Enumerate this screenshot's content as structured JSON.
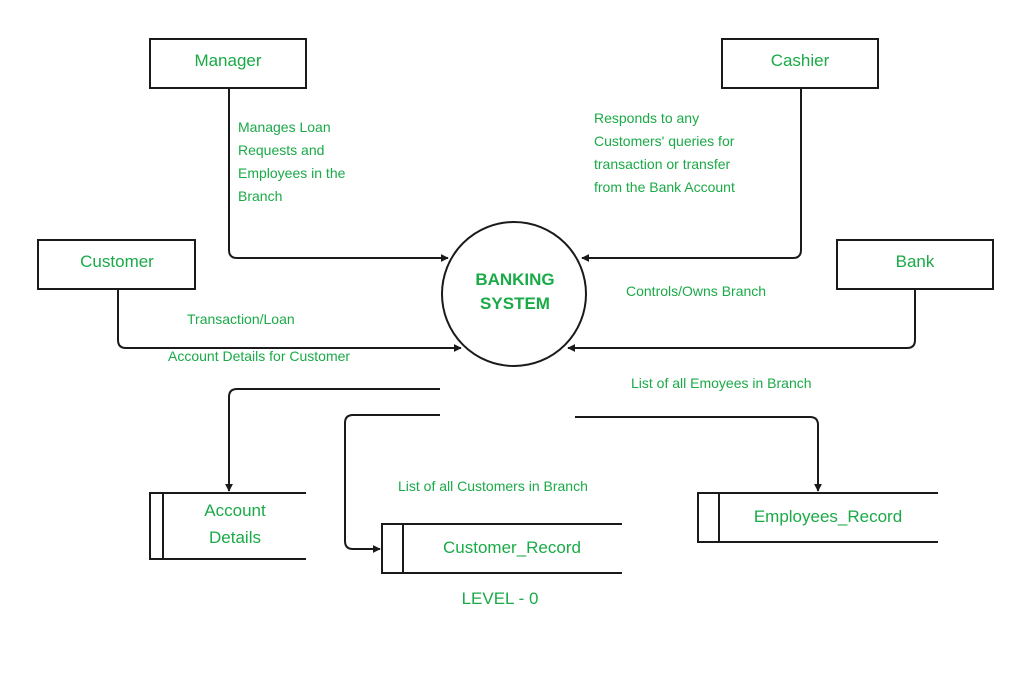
{
  "colors": {
    "text": "#1aaa47",
    "line": "#1a1a1a",
    "background": "#ffffff"
  },
  "process": {
    "line1": "BANKING",
    "line2": "SYSTEM"
  },
  "entities": {
    "manager": "Manager",
    "cashier": "Cashier",
    "customer": "Customer",
    "bank": "Bank"
  },
  "flows": {
    "manager": [
      "Manages Loan",
      "Requests and",
      "Employees in the",
      "Branch"
    ],
    "cashier": [
      "Responds to any",
      "Customers' queries for",
      "transaction or transfer",
      "from the Bank Account"
    ],
    "customer_in": "Transaction/Loan",
    "customer_out": "Account Details for Customer",
    "bank": "Controls/Owns Branch",
    "employees": "List of all Emoyees in Branch",
    "customers": "List of all Customers in Branch"
  },
  "stores": {
    "account": [
      "Account",
      "Details"
    ],
    "customer": "Customer_Record",
    "employees": "Employees_Record"
  },
  "caption": "LEVEL - 0"
}
